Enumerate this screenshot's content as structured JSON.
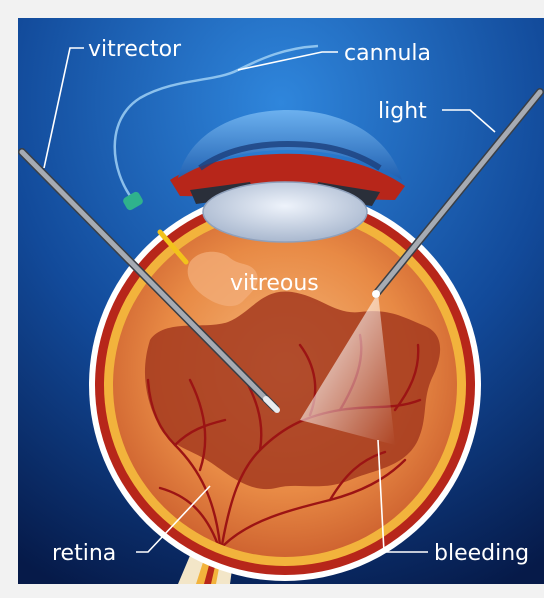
{
  "labels": {
    "vitrector": "vitrector",
    "cannula": "cannula",
    "light": "light",
    "vitreous": "vitreous",
    "retina": "retina",
    "bleeding": "bleeding"
  },
  "colors": {
    "background_top": "#1f6fc4",
    "background_bottom": "#061a49",
    "sclera": "#ffffff",
    "choroid": "#b7261a",
    "retina_layer": "#f2b33c",
    "vitreous_inner": "#ee9a52",
    "hemorrhage": "#a43a1e",
    "vessel": "#9c1414",
    "cornea": "#3f8fdc",
    "lens": "#c9d6e8",
    "instrument": "#8f949c",
    "label_text": "#ffffff"
  }
}
